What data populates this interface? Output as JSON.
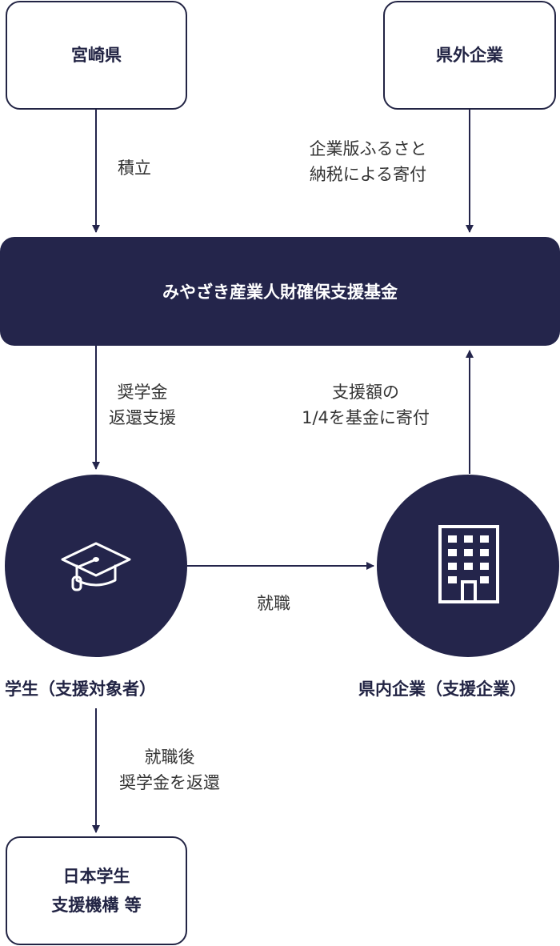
{
  "nodes": {
    "miyazaki": "宮崎県",
    "outside_company": "県外企業",
    "fund": "みやざき産業人財確保支援基金",
    "student": "学生（支援対象者）",
    "local_company": "県内企業（支援企業）",
    "jasso_line1": "日本学生",
    "jasso_line2": "支援機構 等"
  },
  "edges": {
    "accumulate": "積立",
    "donation_line1": "企業版ふるさと",
    "donation_line2": "納税による寄付",
    "scholarship_line1": "奨学金",
    "scholarship_line2": "返還支援",
    "contribution_line1": "支援額の",
    "contribution_line2": "1/4を基金に寄付",
    "employment": "就職",
    "repay_line1": "就職後",
    "repay_line2": "奨学金を返還"
  },
  "icons": {
    "student": "graduation-cap-icon",
    "company": "office-building-icon"
  },
  "colors": {
    "navy": "#24254b",
    "text": "#333333",
    "white": "#ffffff"
  }
}
